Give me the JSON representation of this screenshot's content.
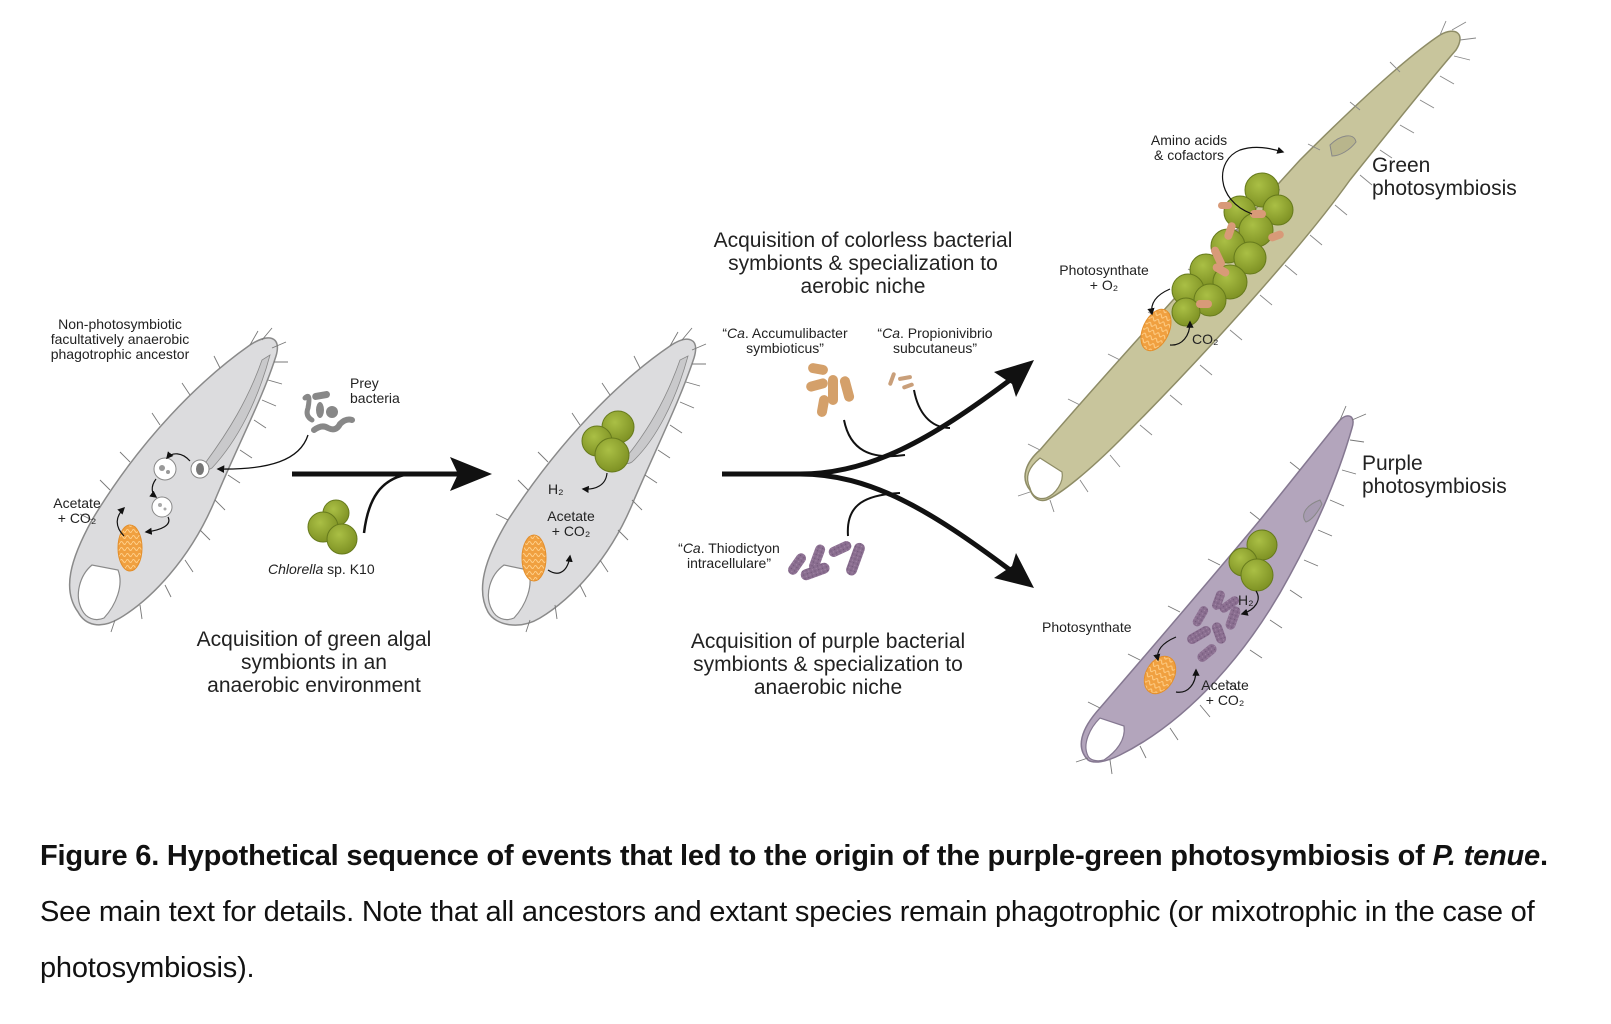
{
  "figure": {
    "stages": {
      "ancestor": {
        "title_lines": [
          "Non-photosymbiotic",
          "facultatively anaerobic",
          "phagotrophic ancestor"
        ],
        "prey_label_lines": [
          "Prey",
          "bacteria"
        ],
        "metabolite_lines": [
          "Acetate",
          "+ CO₂"
        ],
        "cell_color": "#d9d9db"
      },
      "algal_acquisition": {
        "symbiont_label_italic": "Chlorella",
        "symbiont_label_rest": " sp. K10",
        "caption_lines": [
          "Acquisition of green algal",
          "symbionts in an",
          "anaerobic environment"
        ],
        "h2_label": "H₂",
        "metabolite_lines": [
          "Acetate",
          "+ CO₂"
        ]
      },
      "aerobic_branch": {
        "caption_lines": [
          "Acquisition of colorless bacterial",
          "symbionts & specialization to",
          "aerobic niche"
        ],
        "symbiont_1": {
          "prefix": "“",
          "italic": "Ca",
          "rest": ". Accumulibacter",
          "line2": "symbioticus”"
        },
        "symbiont_2": {
          "prefix": "“",
          "italic": "Ca",
          "rest": ". Propionivibrio",
          "line2": "subcutaneus”"
        },
        "bacteria_color": "#d4a06a"
      },
      "anaerobic_branch": {
        "caption_lines": [
          "Acquisition of purple bacterial",
          "symbionts & specialization to",
          "anaerobic niche"
        ],
        "symbiont": {
          "prefix": "“",
          "italic": "Ca",
          "rest": ". Thiodictyon",
          "line2": "intracellulare”"
        },
        "bacteria_color": "#8c6f8f"
      },
      "green_photosymbiosis": {
        "title_lines": [
          "Green",
          "photosymbiosis"
        ],
        "amino_lines": [
          "Amino acids",
          "& cofactors"
        ],
        "photosynthate_lines": [
          "Photosynthate",
          "+ O₂"
        ],
        "co2_label": "CO₂",
        "cell_color": "#c8c59c"
      },
      "purple_photosymbiosis": {
        "title_lines": [
          "Purple",
          "photosymbiosis"
        ],
        "photosynthate_label": "Photosynthate",
        "h2_label": "H₂",
        "metabolite_lines": [
          "Acetate",
          "+ CO₂"
        ],
        "cell_color": "#b3a5bc"
      }
    },
    "colors": {
      "algae": "#8fa32e",
      "mitochondrion": "#f0a040",
      "arrow": "#111111"
    }
  },
  "caption": {
    "bold_lead": "Figure 6. Hypothetical sequence of events that led to the origin of the purple-green photosymbiosis of ",
    "bold_italic_species": "P. tenue",
    "bold_period": ".",
    "body": " See main text for details. Note that all ancestors and extant species remain phagotrophic (or mixotrophic in the case of photosymbiosis)."
  }
}
